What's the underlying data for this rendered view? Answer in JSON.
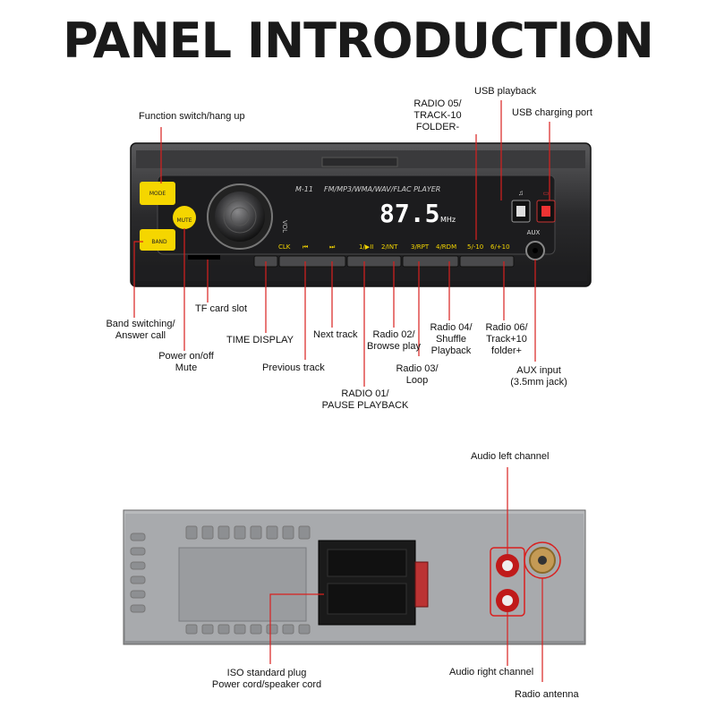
{
  "title": "PANEL INTRODUCTION",
  "front_panel": {
    "model": "M-11",
    "player_text": "FM/MP3/WMA/WAV/FLAC PLAYER",
    "frequency": "87.5",
    "unit": "MHz",
    "vol_label": "VOL",
    "aux_label": "AUX",
    "buttons": {
      "mode": "MODE",
      "band": "BAND",
      "mute": "MUTE",
      "clk": "CLK",
      "prev": "⏮",
      "next": "⏭",
      "b1": "1/▶II",
      "b2": "2/INT",
      "b3": "3/RPT",
      "b4": "4/RDM",
      "b5": "5/-10",
      "b6": "6/+10"
    }
  },
  "labels": {
    "function_switch": "Function switch/hang up",
    "radio05_l1": "RADIO 05/",
    "radio05_l2": "TRACK-10",
    "radio05_l3": "FOLDER-",
    "usb_playback": "USB playback",
    "usb_charging": "USB charging port",
    "tf_card": "TF card slot",
    "band_l1": "Band switching/",
    "band_l2": "Answer call",
    "time_display": "TIME DISPLAY",
    "power_l1": "Power on/off",
    "power_l2": "Mute",
    "next_track": "Next track",
    "previous_track": "Previous track",
    "radio02_l1": "Radio 02/",
    "radio02_l2": "Browse play",
    "radio04_l1": "Radio 04/",
    "radio04_l2": "Shuffle",
    "radio04_l3": "Playback",
    "radio06_l1": "Radio 06/",
    "radio06_l2": "Track+10",
    "radio06_l3": "folder+",
    "radio03_l1": "Radio 03/",
    "radio03_l2": "Loop",
    "aux_l1": "AUX input",
    "aux_l2": "(3.5mm jack)",
    "radio01_l1": "RADIO 01/",
    "radio01_l2": "PAUSE PLAYBACK",
    "audio_left": "Audio left channel",
    "iso_l1": "ISO standard plug",
    "iso_l2": "Power cord/speaker cord",
    "audio_right": "Audio right channel",
    "radio_antenna": "Radio antenna"
  },
  "colors": {
    "accent_yellow": "#f5d600",
    "callout_red": "#d9201f",
    "lcd_white": "#ffffff",
    "panel_dark": "#1c1c1e"
  }
}
